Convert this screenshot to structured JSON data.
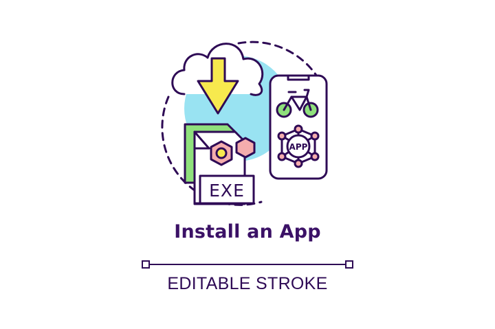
{
  "title": "Install an App",
  "caption": "EDITABLE STROKE",
  "file_label": "EXE",
  "phone_label": "APP",
  "colors": {
    "outline": "#2e0a55",
    "title": "#3b1166",
    "caption": "#2e0a55",
    "arrow": "#f7e94e",
    "circle": "#99e3f2",
    "document_back": "#8fe07c",
    "gear_outer": "#f4adad",
    "gear_inner": "#f7e94e",
    "bicycle": "#8fe07c",
    "node": "#f4adad",
    "phone_fill": "#ffffff"
  },
  "icons": [
    "cloud-icon",
    "download-arrow-icon",
    "document-icon",
    "gear-icon",
    "hexagon-icon",
    "smartphone-icon",
    "bicycle-icon",
    "network-hub-icon"
  ]
}
